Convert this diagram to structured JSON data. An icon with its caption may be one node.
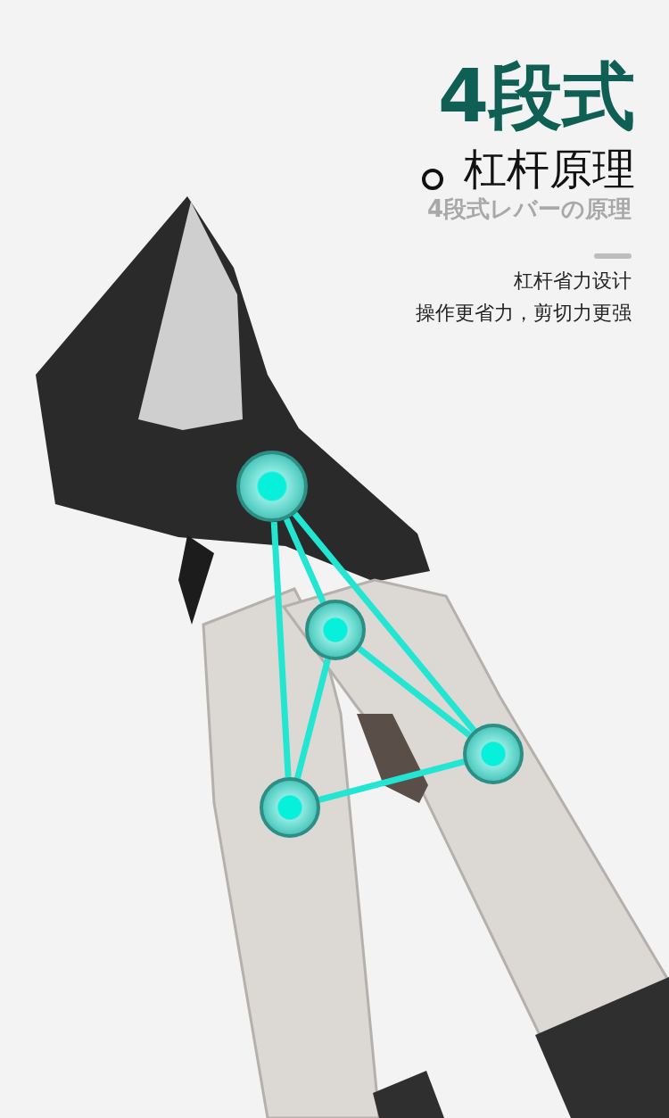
{
  "diagram": {
    "title": "4段式",
    "nodes": [
      {
        "text": [],
        "shape": "circle"
      },
      {
        "text": [],
        "shape": "circle"
      },
      {
        "text": [],
        "shape": "circle"
      },
      {
        "text": [],
        "shape": "circle"
      }
    ],
    "edges": [
      {
        "from": 0,
        "to": 1,
        "arrow": "none"
      },
      {
        "from": 0,
        "to": 2,
        "arrow": "none"
      },
      {
        "from": 0,
        "to": 3,
        "arrow": "none"
      },
      {
        "from": 1,
        "to": 2,
        "arrow": "none"
      },
      {
        "from": 1,
        "to": 3,
        "arrow": "none"
      },
      {
        "from": 3,
        "to": 2,
        "arrow": "none"
      }
    ],
    "labels": [
      "杠杆原理",
      "4段式レバーの原理",
      "杠杆省力设计",
      "操作更省力，剪切力更强"
    ]
  }
}
